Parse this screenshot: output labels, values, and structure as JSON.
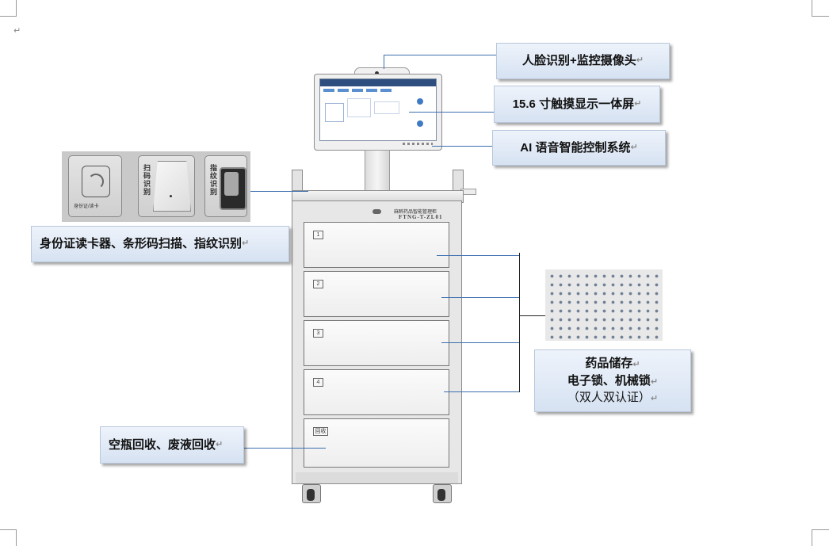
{
  "diagram": {
    "callouts": {
      "camera": "人脸识别+监控摄像头",
      "screen": "15.6 寸触摸显示一体屏",
      "ai": "AI 语音智能控制系统",
      "reader": "身份证读卡器、条形码扫描、指纹识别",
      "storage": [
        "药品储存",
        "电子锁、机械锁",
        "（双人双认证）"
      ],
      "recycle": "空瓶回收、废液回收"
    },
    "cabinet": {
      "name_cn": "麻醉药品智能管理柜",
      "model": "FTNG-T-ZL01",
      "drawers": [
        "1",
        "2",
        "3",
        "4"
      ],
      "recycle_tag": "回收"
    },
    "reader_modules": {
      "id_card": "身份证/读卡",
      "barcode": "扫码识别",
      "fingerprint": "指纹识别"
    },
    "paragraph_mark": "↵",
    "colors": {
      "callout_bg": "#dbe5f3",
      "leader": "#3c6fb0",
      "frame": "#e7e7e7"
    }
  }
}
